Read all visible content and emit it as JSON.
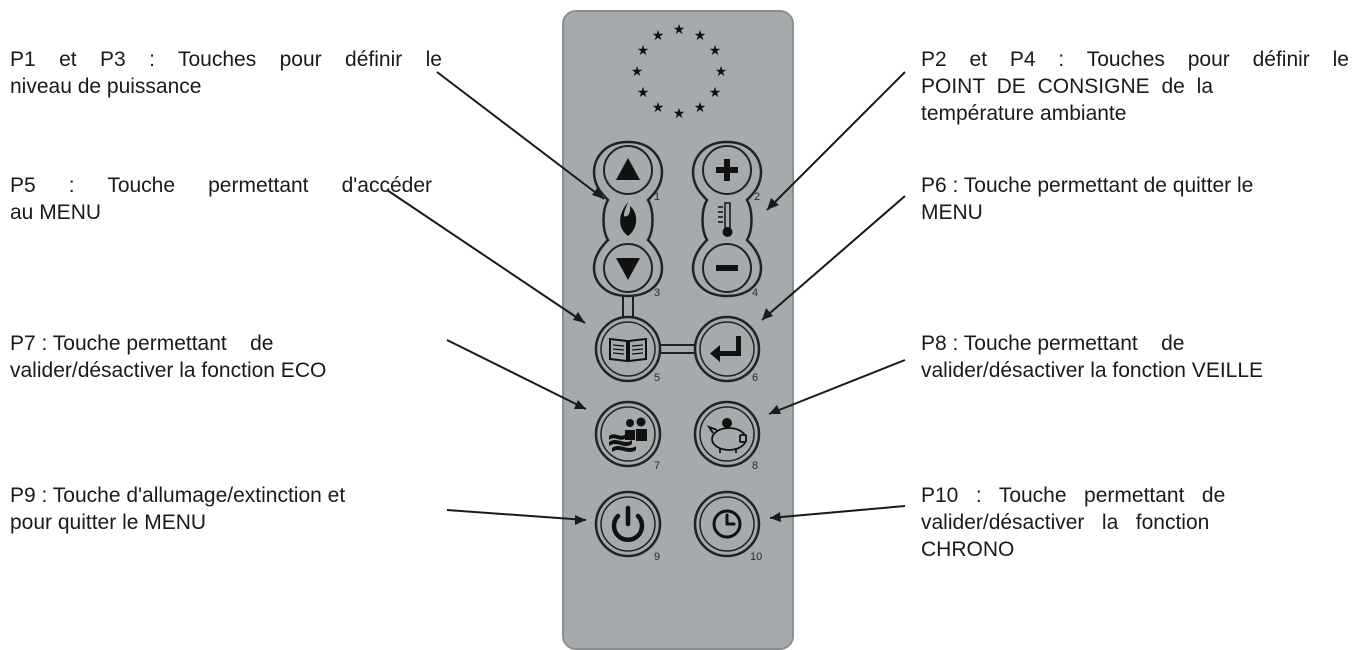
{
  "labels": {
    "p1p3": [
      "P1 et P3 : Touches pour définir le",
      "niveau de puissance"
    ],
    "p2p4": [
      "P2 et P4 : Touches pour définir le",
      "POINT DE CONSIGNE de la",
      "température ambiante"
    ],
    "p5": [
      "P5 : Touche permettant d'accéder",
      "au MENU"
    ],
    "p6": [
      "P6 : Touche permettant de quitter le",
      "MENU"
    ],
    "p7": [
      "P7 : Touche permettant    de",
      "valider/désactiver la fonction ECO"
    ],
    "p8": [
      "P8 : Touche permettant    de",
      "valider/désactiver la fonction VEILLE"
    ],
    "p9": [
      "P9 : Touche d'allumage/extinction et",
      "pour quitter le MENU"
    ],
    "p10": [
      "P10   :   Touche   permettant   de",
      "valider/désactiver   la   fonction",
      "CHRONO"
    ]
  },
  "buttons": {
    "n1": "1",
    "n2": "2",
    "n3": "3",
    "n4": "4",
    "n5": "5",
    "n6": "6",
    "n7": "7",
    "n8": "8",
    "n9": "9",
    "n10": "10"
  },
  "colors": {
    "remote": "#a5aaad",
    "ink": "#222222"
  },
  "icons": {
    "p1": "triangle-up-icon",
    "p3": "triangle-down-icon",
    "flame": "flame-icon",
    "p2": "plus-icon",
    "p4": "minus-icon",
    "thermometer": "thermometer-icon",
    "p5": "book-menu-icon",
    "p6": "enter-return-icon",
    "p7": "eco-people-icon",
    "p8": "piggy-bank-icon",
    "p9": "power-icon",
    "p10": "clock-icon",
    "stars": "eu-stars-icon"
  }
}
